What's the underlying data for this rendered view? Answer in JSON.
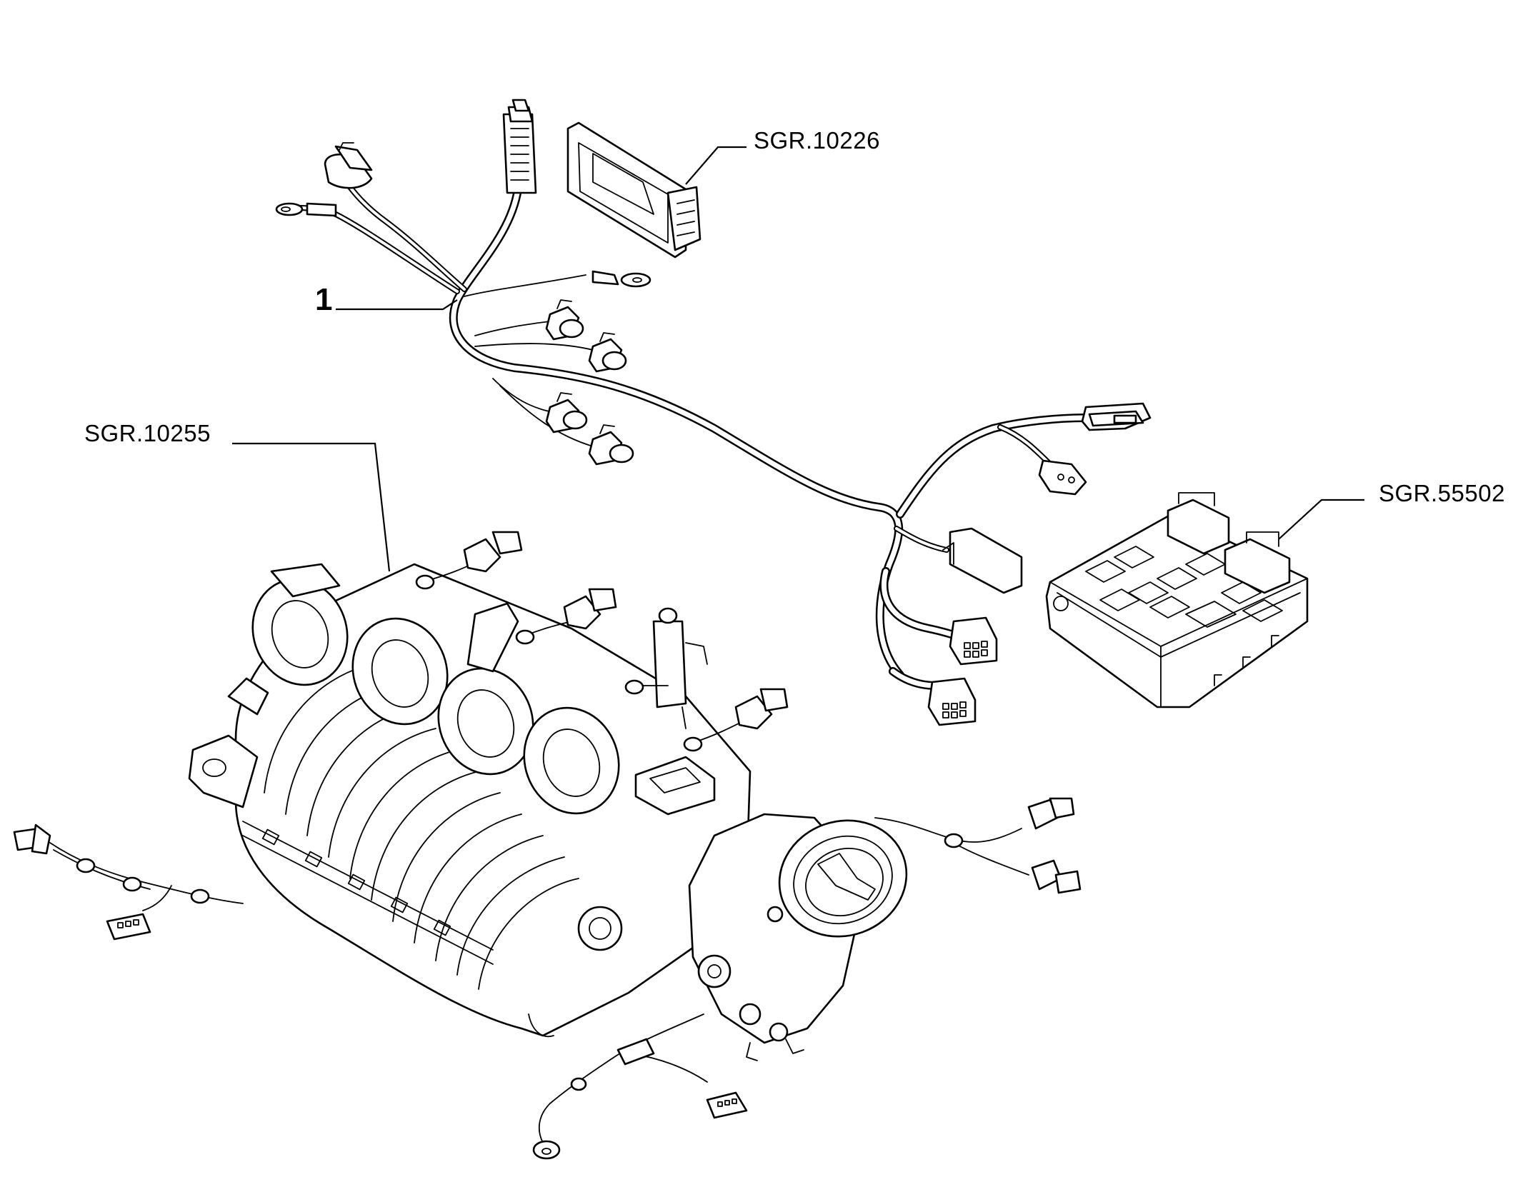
{
  "labels": {
    "part_1": "1",
    "sgr_10226": "SGR.10226",
    "sgr_10255": "SGR.10255",
    "sgr_55502": "SGR.55502"
  }
}
